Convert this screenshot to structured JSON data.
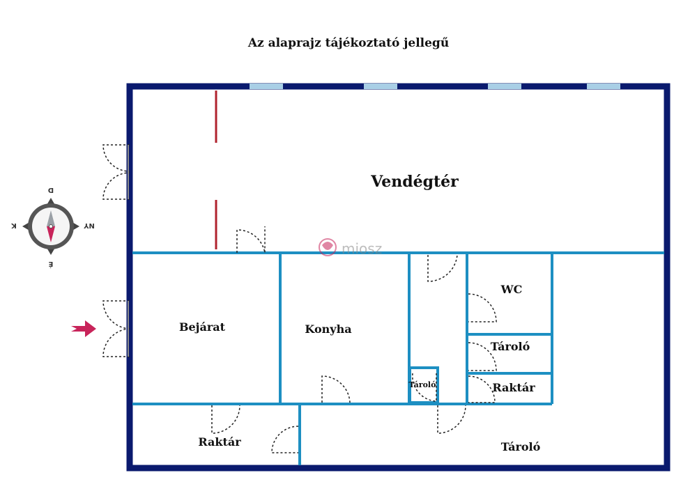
{
  "title": "Az alaprajz tájékoztató jellegű",
  "rooms": {
    "vendegter": "Vendégtér",
    "bejarat": "Bejárat",
    "konyha": "Konyha",
    "wc": "WC",
    "tarolo_right": "Tároló",
    "raktar_right": "Raktár",
    "tarolo_small": "Tároló",
    "raktar_bottom": "Raktár",
    "tarolo_bottom": "Tároló"
  },
  "compass": {
    "north": "D",
    "south": "É",
    "west": "K",
    "east": "NY"
  },
  "watermark": "miosz",
  "colors": {
    "outer_wall": "#0a1a6e",
    "inner_wall": "#1d8fc2",
    "window": "#a9cfe6",
    "partition": "#b0232e",
    "arrow": "#c8245a"
  }
}
